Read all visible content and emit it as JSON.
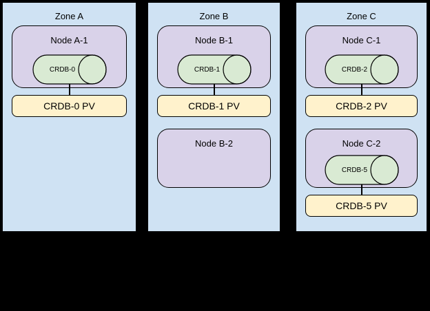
{
  "diagram": {
    "type": "kubernetes-zone-topology",
    "zones": [
      {
        "title": "Zone A",
        "nodes": [
          {
            "title": "Node A-1",
            "db": "CRDB-0",
            "pv": "CRDB-0 PV"
          }
        ]
      },
      {
        "title": "Zone B",
        "nodes": [
          {
            "title": "Node B-1",
            "db": "CRDB-1",
            "pv": "CRDB-1 PV"
          },
          {
            "title": "Node B-2"
          }
        ]
      },
      {
        "title": "Zone C",
        "nodes": [
          {
            "title": "Node C-1",
            "db": "CRDB-2",
            "pv": "CRDB-2 PV"
          },
          {
            "title": "Node C-2",
            "db": "CRDB-5",
            "pv": "CRDB-5 PV"
          }
        ]
      }
    ],
    "colors": {
      "background": "#000000",
      "zone_fill": "#cfe2f3",
      "node_fill": "#d9d2e9",
      "db_fill": "#d9ead3",
      "pv_fill": "#fff2cc",
      "border": "#000000"
    }
  }
}
